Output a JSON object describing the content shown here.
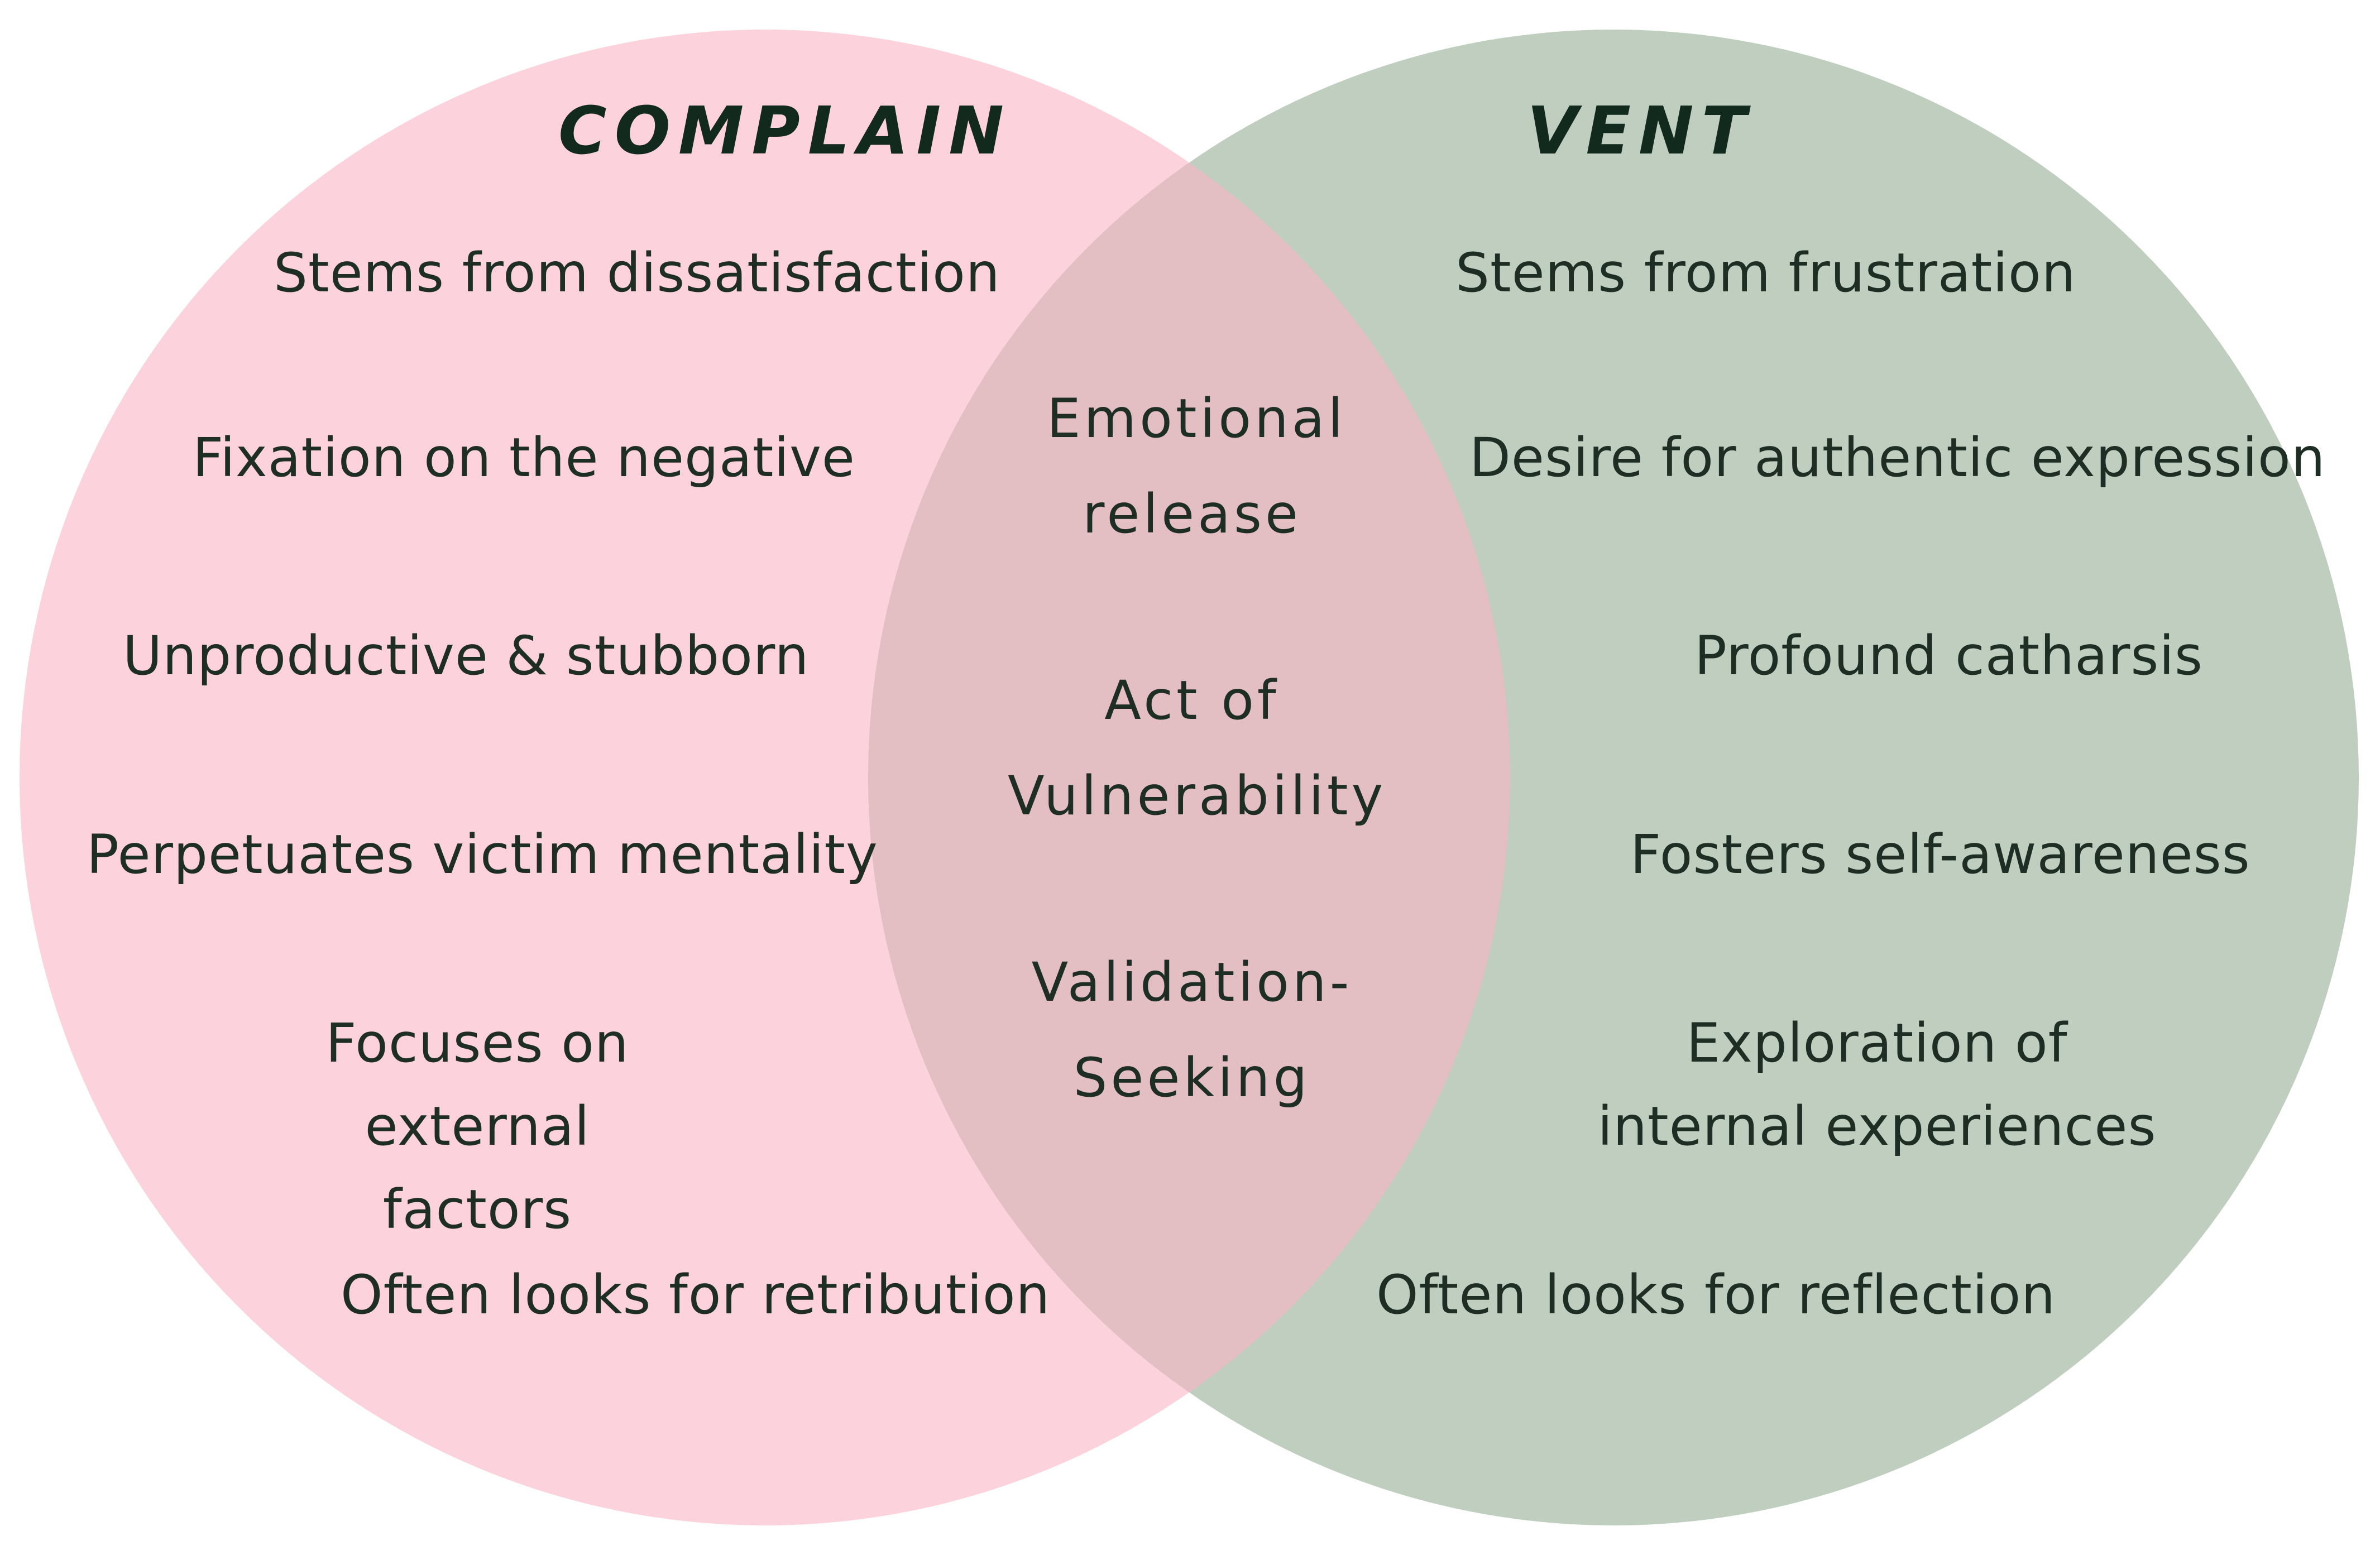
{
  "colors": {
    "complain_circle": "#fcd2dc",
    "vent_circle": "#bfcebe",
    "overlap": "#e3bfc4",
    "text": "#1f2e25",
    "heading": "#12291d"
  },
  "complain": {
    "title": "COMPLAIN",
    "items": [
      "Stems from dissatisfaction",
      "Fixation on the negative",
      "Unproductive & stubborn",
      "Perpetuates victim mentality",
      "Focuses on external factors",
      "Often  looks for  retribution"
    ]
  },
  "vent": {
    "title": "VENT",
    "items": [
      "Stems from frustration",
      "Desire for authentic expression",
      "Profound catharsis",
      "Fosters  self-awareness",
      "Exploration of internal experiences",
      "Often  looks for reflection"
    ]
  },
  "overlap": {
    "items": [
      "Emotional release",
      "Act of Vulnerability",
      "Validation-Seeking"
    ]
  }
}
